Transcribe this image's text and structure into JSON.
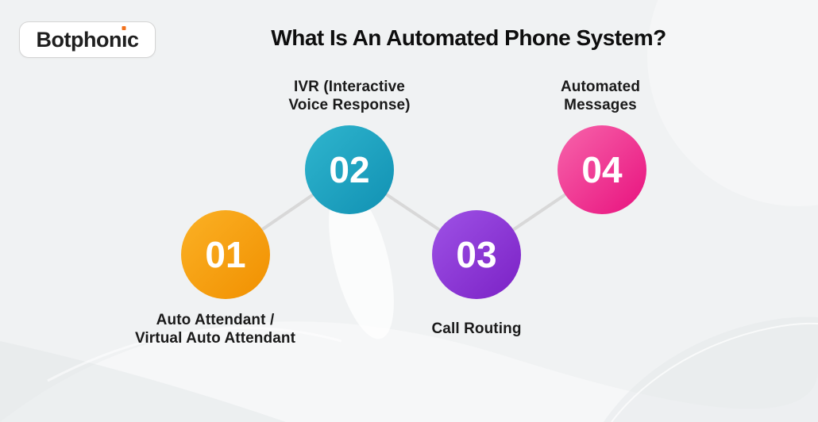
{
  "header": {
    "brand": {
      "name": "Botphonic",
      "part_before_i": "Botphon",
      "i_char": "ı",
      "part_after_i": "c",
      "i_dot_color": "#F2711C"
    },
    "title": "What Is An Automated Phone System?"
  },
  "steps": [
    {
      "number": "01",
      "label": "Auto Attendant /\nVirtual Auto Attendant",
      "label_position": "below",
      "color_from": "#FBB125",
      "color_to": "#F19000"
    },
    {
      "number": "02",
      "label": "IVR (Interactive\nVoice Response)",
      "label_position": "above",
      "color_from": "#2FB5CE",
      "color_to": "#1191B3"
    },
    {
      "number": "03",
      "label": "Call Routing",
      "label_position": "below",
      "color_from": "#9E52E6",
      "color_to": "#7B21C5"
    },
    {
      "number": "04",
      "label": "Automated\nMessages",
      "label_position": "above",
      "color_from": "#F765AB",
      "color_to": "#E8117E"
    }
  ],
  "connectors": {
    "color": "#D8D8D8"
  },
  "colors": {
    "background": "#F0F2F3",
    "title_text": "#0E0E0E",
    "label_text": "#1A1A1A",
    "number_text": "#FFFFFF"
  }
}
